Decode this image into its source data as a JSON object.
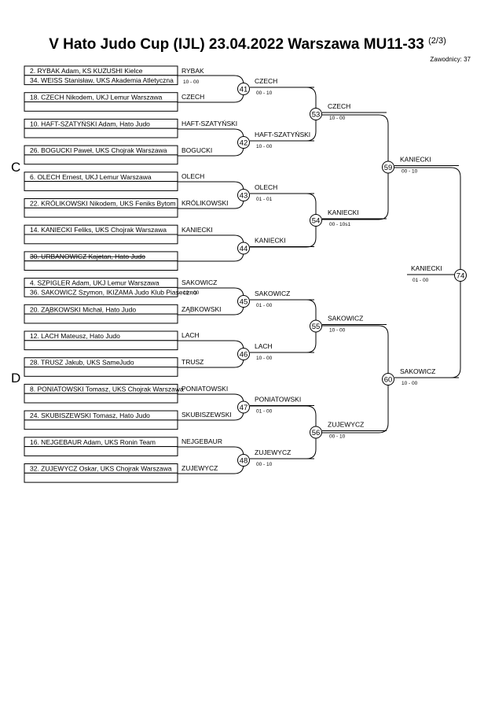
{
  "header": {
    "title": "V Hato Judo Cup (IJL)  23.04.2022  Warszawa   MU11-33",
    "page": "(2/3)",
    "count": "Zawodnicy: 37"
  },
  "sections": [
    "C",
    "D"
  ],
  "entries": [
    "2. RYBAK Adam, KS KUZUSHI Kielce",
    "34. WEISS Stanisław, UKS Akademia Atletyczna",
    "18. CZECH Nikodem, UKJ Lemur Warszawa",
    "",
    "10. HAFT-SZATYŃSKI Adam, Hato Judo",
    "",
    "26. BOGUCKI Paweł, UKS Chojrak Warszawa",
    "",
    "6. OLECH Ernest, UKJ Lemur Warszawa",
    "",
    "22. KRÓLIKOWSKI Nikodem, UKS Feniks Bytom",
    "",
    "14. KANIECKI Feliks, UKS Chojrak Warszawa",
    "",
    "30. URBANOWICZ Kajetan, Hato Judo",
    "",
    "4. SZPIGLER Adam, UKJ Lemur Warszawa",
    "36. SAKOWICZ Szymon, IKIZAMA Judo Klub Piaseczno",
    "20. ZĄBKOWSKI Michał, Hato Judo",
    "",
    "12. LACH Mateusz, Hato Judo",
    "",
    "28. TRUSZ Jakub, UKS SameJudo",
    "",
    "8. PONIATOWSKI Tomasz, UKS Chojrak Warszawa",
    "",
    "24. SKUBISZEWSKI Tomasz, Hato Judo",
    "",
    "16. NEJGEBAUR Adam, UKS Ronin Team",
    "",
    "32. ZUJEWYCZ Oskar, UKS Chojrak Warszawa",
    ""
  ],
  "struck_entries": [
    14
  ],
  "pre_round": [
    {
      "name": "RYBAK",
      "score": "10 - 00"
    },
    {
      "name": "SAKOWICZ",
      "score": "10 - 00"
    }
  ],
  "round1": [
    {
      "name": "CZECH",
      "score": ""
    },
    {
      "name": "HAFT-SZATYŃSKI",
      "score": ""
    },
    {
      "name": "BOGUCKI",
      "score": ""
    },
    {
      "name": "OLECH",
      "score": ""
    },
    {
      "name": "KRÓLIKOWSKI",
      "score": ""
    },
    {
      "name": "KANIECKI",
      "score": ""
    },
    {
      "name": "",
      "score": ""
    },
    {
      "name": "SAKOWICZ",
      "score": ""
    },
    {
      "name": "ZĄBKOWSKI",
      "score": ""
    },
    {
      "name": "LACH",
      "score": ""
    },
    {
      "name": "TRUSZ",
      "score": ""
    },
    {
      "name": "PONIATOWSKI",
      "score": ""
    },
    {
      "name": "SKUBISZEWSKI",
      "score": ""
    },
    {
      "name": "NEJGEBAUR",
      "score": ""
    },
    {
      "name": "ZUJEWYCZ",
      "score": ""
    }
  ],
  "round2": [
    {
      "num": "41",
      "name": "CZECH",
      "score": "00 - 10"
    },
    {
      "num": "42",
      "name": "HAFT-SZATYŃSKI",
      "score": "10 - 00"
    },
    {
      "num": "43",
      "name": "OLECH",
      "score": "01 - 01"
    },
    {
      "num": "44",
      "name": "KANIECKI",
      "score": ""
    },
    {
      "num": "45",
      "name": "SAKOWICZ",
      "score": "01 - 00"
    },
    {
      "num": "46",
      "name": "LACH",
      "score": "10 - 00"
    },
    {
      "num": "47",
      "name": "PONIATOWSKI",
      "score": "01 - 00"
    },
    {
      "num": "48",
      "name": "ZUJEWYCZ",
      "score": "00 - 10"
    }
  ],
  "round3": [
    {
      "num": "53",
      "name": "CZECH",
      "score": "10 - 00"
    },
    {
      "num": "54",
      "name": "KANIECKI",
      "score": "00 - 10s1"
    },
    {
      "num": "55",
      "name": "SAKOWICZ",
      "score": "10 - 00"
    },
    {
      "num": "56",
      "name": "ZUJEWYCZ",
      "score": "00 - 10"
    }
  ],
  "round4": [
    {
      "num": "59",
      "name": "KANIECKI",
      "score": "00 - 10"
    },
    {
      "num": "60",
      "name": "SAKOWICZ",
      "score": "10 - 00"
    }
  ],
  "final": {
    "num": "74",
    "name": "KANIECKI",
    "score": "01 - 00"
  }
}
